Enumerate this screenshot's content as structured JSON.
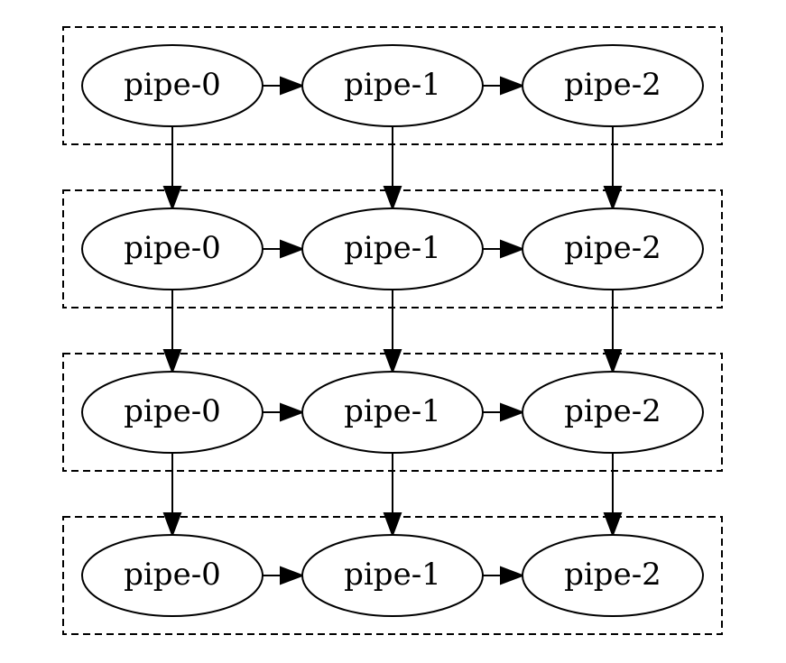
{
  "diagram": {
    "clusters": [
      {
        "id": "stage-0",
        "nodes": [
          {
            "id": "s0-n0",
            "label": "pipe-0"
          },
          {
            "id": "s0-n1",
            "label": "pipe-1"
          },
          {
            "id": "s0-n2",
            "label": "pipe-2"
          }
        ]
      },
      {
        "id": "stage-1",
        "nodes": [
          {
            "id": "s1-n0",
            "label": "pipe-0"
          },
          {
            "id": "s1-n1",
            "label": "pipe-1"
          },
          {
            "id": "s1-n2",
            "label": "pipe-2"
          }
        ]
      },
      {
        "id": "stage-2",
        "nodes": [
          {
            "id": "s2-n0",
            "label": "pipe-0"
          },
          {
            "id": "s2-n1",
            "label": "pipe-1"
          },
          {
            "id": "s2-n2",
            "label": "pipe-2"
          }
        ]
      },
      {
        "id": "stage-3",
        "nodes": [
          {
            "id": "s3-n0",
            "label": "pipe-0"
          },
          {
            "id": "s3-n1",
            "label": "pipe-1"
          },
          {
            "id": "s3-n2",
            "label": "pipe-2"
          }
        ]
      }
    ],
    "edges": [
      {
        "from": "s0-n0",
        "to": "s0-n1"
      },
      {
        "from": "s0-n1",
        "to": "s0-n2"
      },
      {
        "from": "s1-n0",
        "to": "s1-n1"
      },
      {
        "from": "s1-n1",
        "to": "s1-n2"
      },
      {
        "from": "s2-n0",
        "to": "s2-n1"
      },
      {
        "from": "s2-n1",
        "to": "s2-n2"
      },
      {
        "from": "s3-n0",
        "to": "s3-n1"
      },
      {
        "from": "s3-n1",
        "to": "s3-n2"
      },
      {
        "from": "s0-n0",
        "to": "s1-n0"
      },
      {
        "from": "s0-n1",
        "to": "s1-n1"
      },
      {
        "from": "s0-n2",
        "to": "s1-n2"
      },
      {
        "from": "s1-n0",
        "to": "s2-n0"
      },
      {
        "from": "s1-n1",
        "to": "s2-n1"
      },
      {
        "from": "s1-n2",
        "to": "s2-n2"
      },
      {
        "from": "s2-n0",
        "to": "s3-n0"
      },
      {
        "from": "s2-n1",
        "to": "s3-n1"
      },
      {
        "from": "s2-n2",
        "to": "s3-n2"
      }
    ]
  }
}
